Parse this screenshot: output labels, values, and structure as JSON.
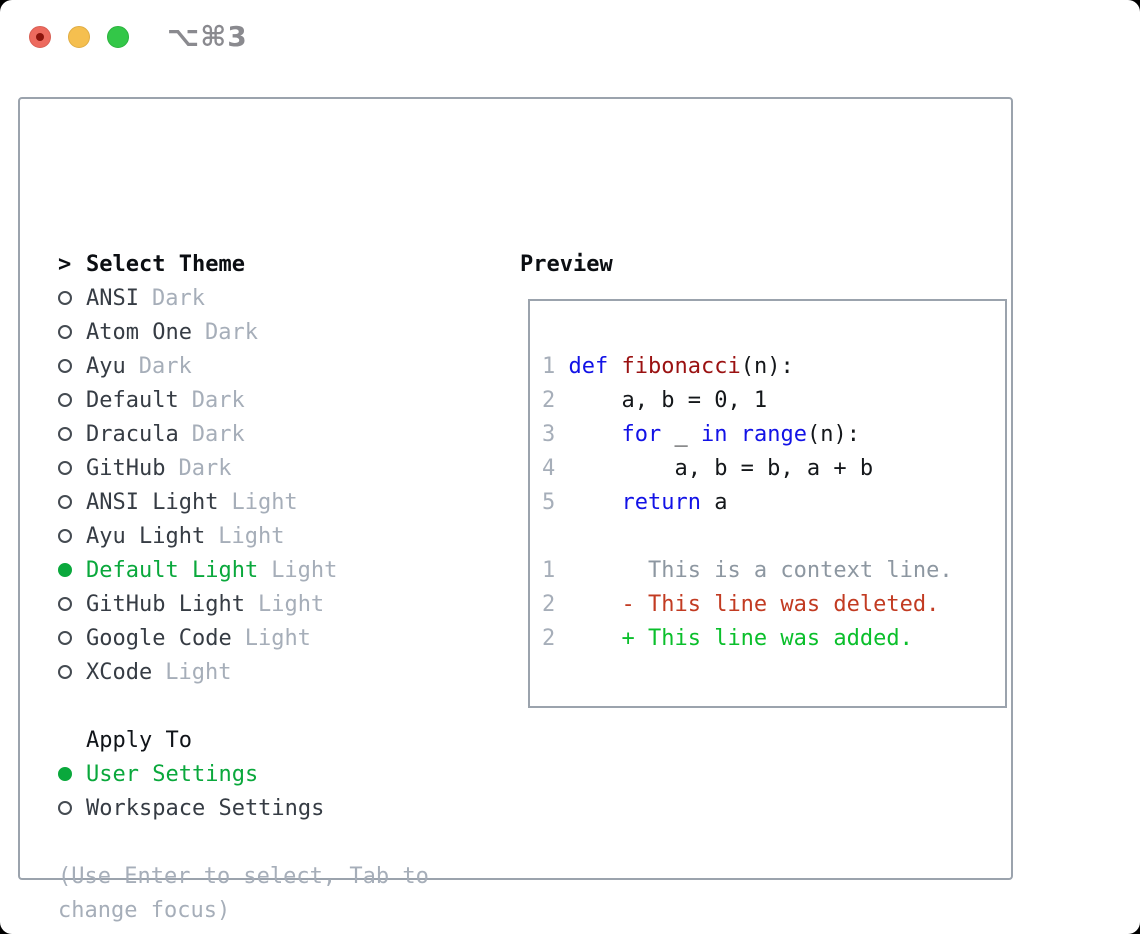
{
  "window": {
    "titlebar": {
      "title": "⌥⌘3",
      "traffic_lights": [
        "close",
        "minimize",
        "zoom"
      ]
    }
  },
  "colors": {
    "selection_green": "#0aa83c",
    "added_green": "#0abf2b",
    "deleted_red": "#c23b22",
    "keyword_blue": "#1212e6",
    "function_red": "#9a1111",
    "muted_gray": "#a6aeb9",
    "context_gray": "#8d97a1",
    "border_gray": "#9ba3ad",
    "traffic_red": "#ed6a5e",
    "traffic_yellow": "#f5bf4f",
    "traffic_green": "#33c748"
  },
  "theme_picker": {
    "header": {
      "prefix": ">",
      "label": "Select Theme"
    },
    "items": [
      {
        "name": "ANSI",
        "tag": "Dark",
        "selected": false
      },
      {
        "name": "Atom One",
        "tag": "Dark",
        "selected": false
      },
      {
        "name": "Ayu",
        "tag": "Dark",
        "selected": false
      },
      {
        "name": "Default",
        "tag": "Dark",
        "selected": false
      },
      {
        "name": "Dracula",
        "tag": "Dark",
        "selected": false
      },
      {
        "name": "GitHub",
        "tag": "Dark",
        "selected": false
      },
      {
        "name": "ANSI Light",
        "tag": "Light",
        "selected": false
      },
      {
        "name": "Ayu Light",
        "tag": "Light",
        "selected": false
      },
      {
        "name": "Default Light",
        "tag": "Light",
        "selected": true
      },
      {
        "name": "GitHub Light",
        "tag": "Light",
        "selected": false
      },
      {
        "name": "Google Code",
        "tag": "Light",
        "selected": false
      },
      {
        "name": "XCode",
        "tag": "Light",
        "selected": false
      }
    ],
    "apply_to": {
      "label": "Apply To",
      "options": [
        {
          "name": "User Settings",
          "selected": true
        },
        {
          "name": "Workspace Settings",
          "selected": false
        }
      ]
    },
    "hint_lines": [
      "(Use Enter to select, Tab to",
      "change focus)"
    ]
  },
  "preview": {
    "label": "Preview",
    "code_lines": [
      {
        "num": "1",
        "segments": [
          {
            "t": "def",
            "c": "kw"
          },
          {
            "t": " ",
            "c": "pl"
          },
          {
            "t": "fibonacci",
            "c": "fn"
          },
          {
            "t": "(n):",
            "c": "pl"
          }
        ]
      },
      {
        "num": "2",
        "segments": [
          {
            "t": "    a, b = 0, 1",
            "c": "pl"
          }
        ]
      },
      {
        "num": "3",
        "segments": [
          {
            "t": "    ",
            "c": "pl"
          },
          {
            "t": "for",
            "c": "kw"
          },
          {
            "t": " _ ",
            "c": "pl"
          },
          {
            "t": "in",
            "c": "kw"
          },
          {
            "t": " ",
            "c": "pl"
          },
          {
            "t": "range",
            "c": "kw"
          },
          {
            "t": "(n):",
            "c": "pl"
          }
        ]
      },
      {
        "num": "4",
        "segments": [
          {
            "t": "        a, b = b, a + b",
            "c": "pl"
          }
        ]
      },
      {
        "num": "5",
        "segments": [
          {
            "t": "    ",
            "c": "pl"
          },
          {
            "t": "return",
            "c": "kw"
          },
          {
            "t": " a",
            "c": "pl"
          }
        ]
      },
      {
        "num": "",
        "segments": []
      },
      {
        "num": "1",
        "segments": [
          {
            "t": "      This is a context line.",
            "c": "ctx"
          }
        ]
      },
      {
        "num": "2",
        "segments": [
          {
            "t": "    - This line was deleted.",
            "c": "del"
          }
        ]
      },
      {
        "num": "2",
        "segments": [
          {
            "t": "    + This line was added.",
            "c": "add"
          }
        ]
      }
    ]
  }
}
